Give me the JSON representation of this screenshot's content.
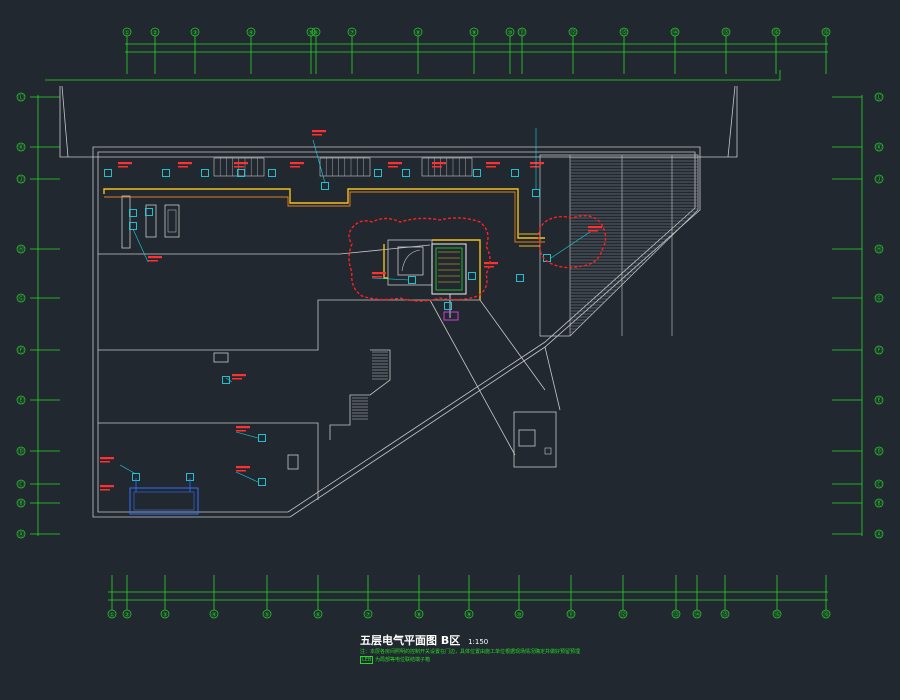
{
  "drawing": {
    "title": "五层电气平面图 B区",
    "scale": "1:150",
    "notes": [
      "注：本层各房间照明的控制开关设置在门边，具体位置由施工单位根据现场情况确定并做好预留预埋",
      "LEB 为局部等电位联结端子箱"
    ],
    "note_tag": "LEB"
  },
  "grids": {
    "top": [
      "①",
      "②",
      "③",
      "④",
      "⑤",
      "⑥",
      "⑦",
      "⑧",
      "⑨",
      "⑩",
      "⑪",
      "⑫",
      "⑬",
      "⑭",
      "⑮",
      "⑯"
    ],
    "bottom": [
      "①",
      "②",
      "③",
      "④",
      "⑤",
      "⑥",
      "⑦",
      "⑧",
      "⑨",
      "⑩",
      "⑪",
      "⑫",
      "⑬",
      "⑭",
      "⑮",
      "⑯"
    ],
    "side": [
      "Ⓛ",
      "Ⓚ",
      "Ⓙ",
      "Ⓗ",
      "Ⓖ",
      "Ⓕ",
      "Ⓔ",
      "Ⓓ",
      "Ⓒ",
      "Ⓑ",
      "Ⓐ"
    ]
  },
  "colors": {
    "background": "#212830",
    "grid": "#28d828",
    "wall": "#c8c8c8",
    "cable_tray": "#f0c020",
    "device": "#20d0e0",
    "label": "#ff3030",
    "cloud": "#ff2020",
    "text": "#ffffff"
  }
}
